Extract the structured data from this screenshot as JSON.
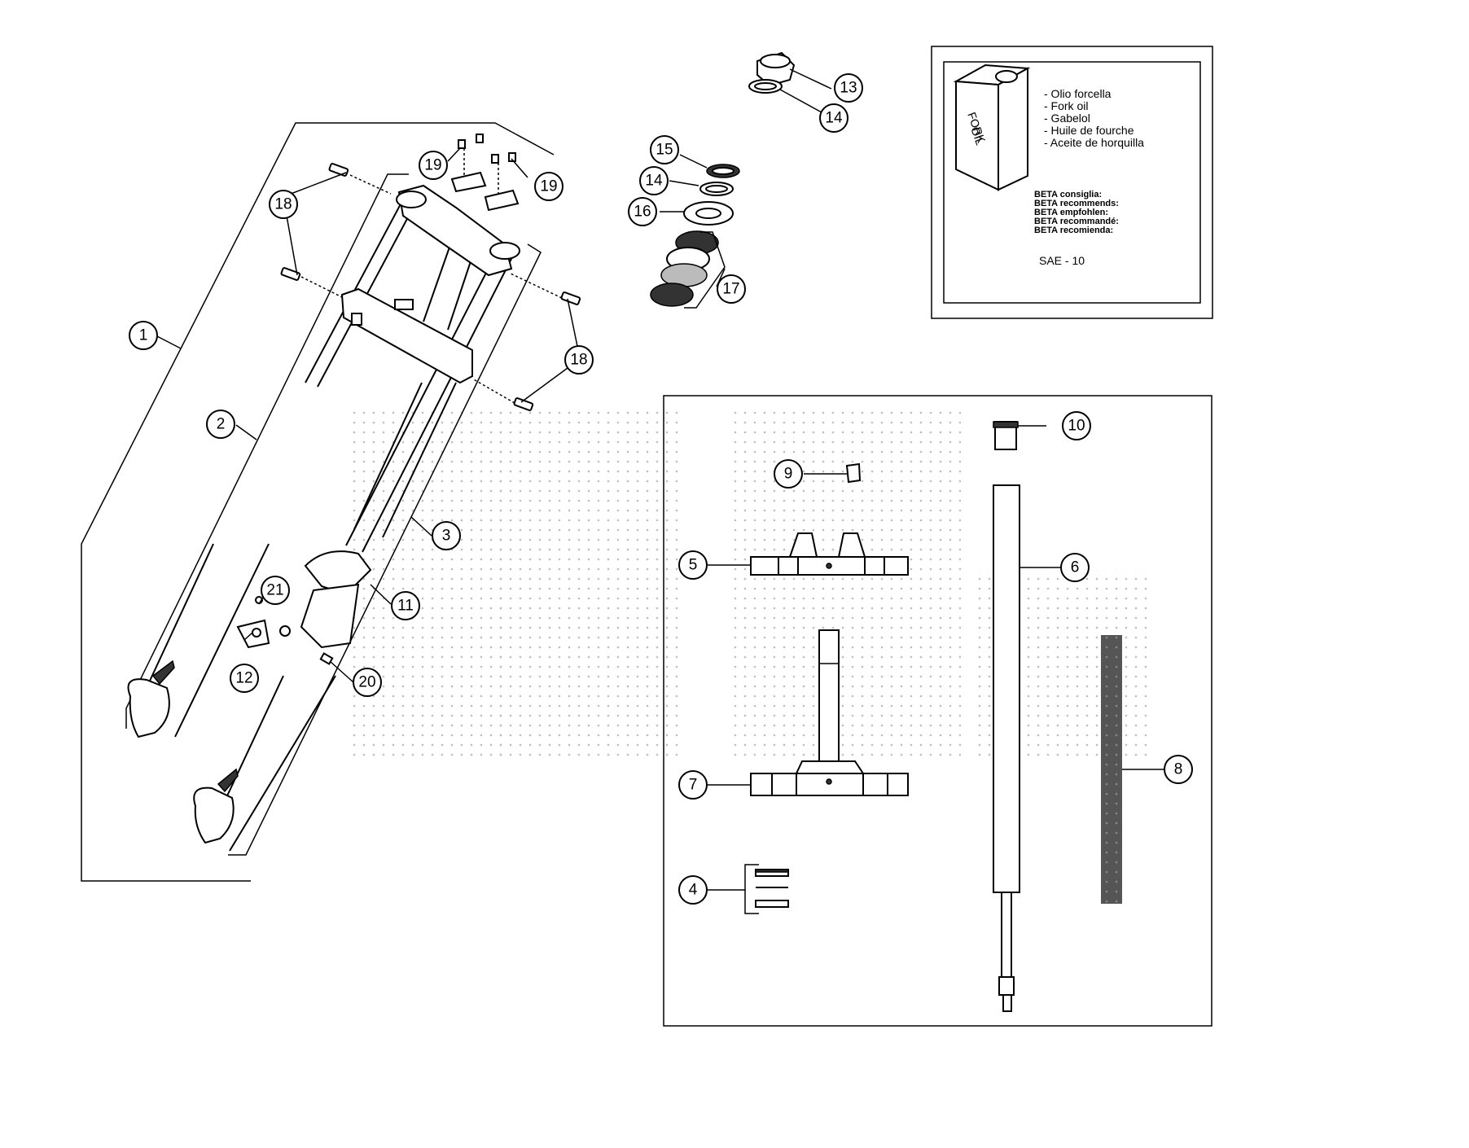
{
  "callouts": [
    {
      "id": "1",
      "label": "1"
    },
    {
      "id": "2",
      "label": "2"
    },
    {
      "id": "3",
      "label": "3"
    },
    {
      "id": "4",
      "label": "4"
    },
    {
      "id": "5",
      "label": "5"
    },
    {
      "id": "6",
      "label": "6"
    },
    {
      "id": "7",
      "label": "7"
    },
    {
      "id": "8",
      "label": "8"
    },
    {
      "id": "9",
      "label": "9"
    },
    {
      "id": "10",
      "label": "10"
    },
    {
      "id": "11",
      "label": "11"
    },
    {
      "id": "12",
      "label": "12"
    },
    {
      "id": "13",
      "label": "13"
    },
    {
      "id": "14a",
      "label": "14"
    },
    {
      "id": "14b",
      "label": "14"
    },
    {
      "id": "15",
      "label": "15"
    },
    {
      "id": "16",
      "label": "16"
    },
    {
      "id": "17",
      "label": "17"
    },
    {
      "id": "18a",
      "label": "18"
    },
    {
      "id": "18b",
      "label": "18"
    },
    {
      "id": "19a",
      "label": "19"
    },
    {
      "id": "19b",
      "label": "19"
    },
    {
      "id": "20",
      "label": "20"
    },
    {
      "id": "21",
      "label": "21"
    }
  ],
  "oil_box": {
    "can_label_line1": "FORK",
    "can_label_line2": "OIL",
    "names": [
      "- Olio forcella",
      "- Fork oil",
      "- Gabelol",
      "- Huile de fourche",
      "- Aceite de horquilla"
    ],
    "recommends": [
      "BETA consiglia:",
      "BETA recommends:",
      "BETA empfohlen:",
      "BETA recommandé:",
      "BETA recomienda:"
    ],
    "grade": "SAE - 10"
  }
}
